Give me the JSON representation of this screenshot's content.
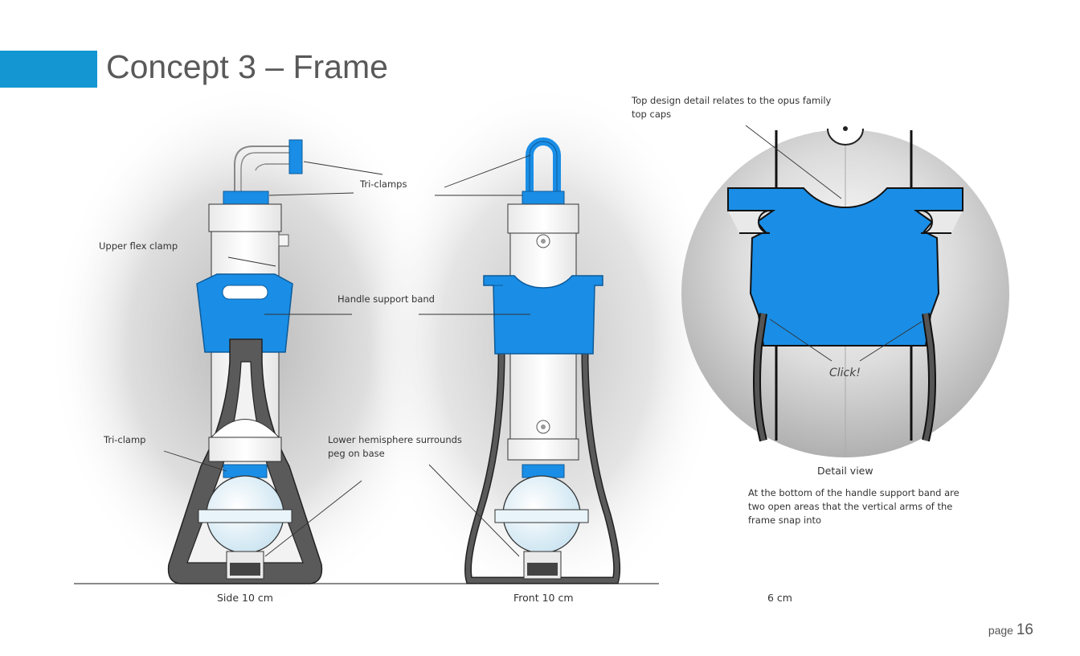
{
  "title": "Concept 3 – Frame",
  "labels": {
    "top_design": "Top design detail relates to the opus family top caps",
    "tri_clamps": "Tri-clamps",
    "upper_flex": "Upper flex clamp",
    "handle_band": "Handle support  band",
    "tri_clamp": "Tri-clamp",
    "lower_hemi": "Lower hemisphere  surrounds peg on base",
    "click": "Click!",
    "detail_view": "Detail view",
    "detail_note": "At the bottom of the handle support band are two open areas that the vertical arms of the frame snap into"
  },
  "captions": {
    "side": "Side 10 cm",
    "front": "Front 10 cm",
    "detail_size": "6 cm"
  },
  "page": {
    "prefix": "page",
    "number": "16"
  },
  "colors": {
    "accent_bar": "#1496d2",
    "blue_part": "#1a8ee6",
    "frame_gray": "#5a5a5a",
    "outline": "#222222"
  }
}
